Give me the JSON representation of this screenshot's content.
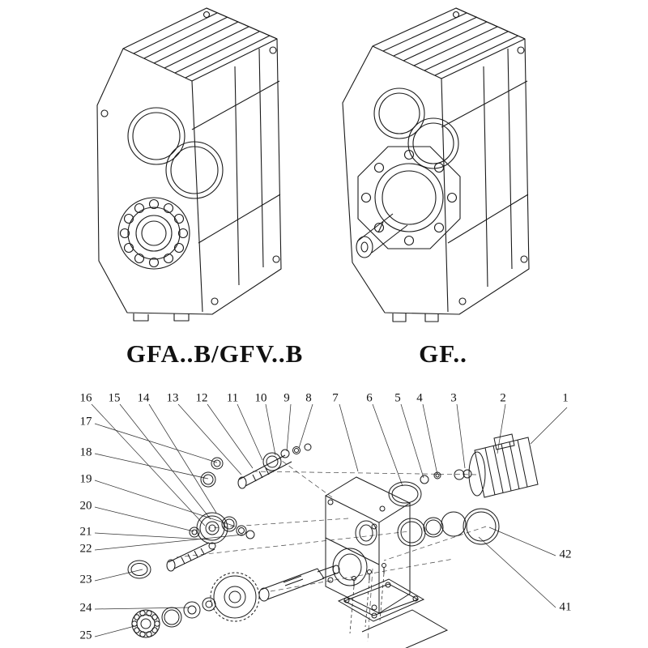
{
  "colors": {
    "line": "#1a1a1a",
    "background": "#ffffff"
  },
  "models": {
    "left_label": "GFA..B/GFV..B",
    "right_label": "GF.."
  },
  "exploded": {
    "top_labels": [
      "16",
      "15",
      "14",
      "13",
      "12",
      "11",
      "10",
      "9",
      "8",
      "7",
      "6",
      "5",
      "4",
      "3",
      "2",
      "1"
    ],
    "left_labels": [
      "17",
      "18",
      "19",
      "20",
      "21",
      "22",
      "23",
      "24",
      "25"
    ],
    "right_labels": [
      "42",
      "41"
    ]
  }
}
